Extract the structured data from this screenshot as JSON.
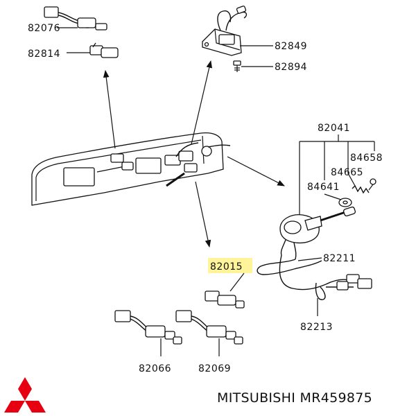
{
  "parts": {
    "p82076": "82076",
    "p82814": "82814",
    "p82849": "82849",
    "p82894": "82894",
    "p82041": "82041",
    "p84658": "84658",
    "p84665": "84665",
    "p84641": "84641",
    "p82015": "82015",
    "p82211": "82211",
    "p82213": "82213",
    "p82066": "82066",
    "p82069": "82069"
  },
  "brand": {
    "text": "MITSUBISHI MR459875",
    "logo_color": "#e60012"
  },
  "highlight_color": "#fff49a"
}
